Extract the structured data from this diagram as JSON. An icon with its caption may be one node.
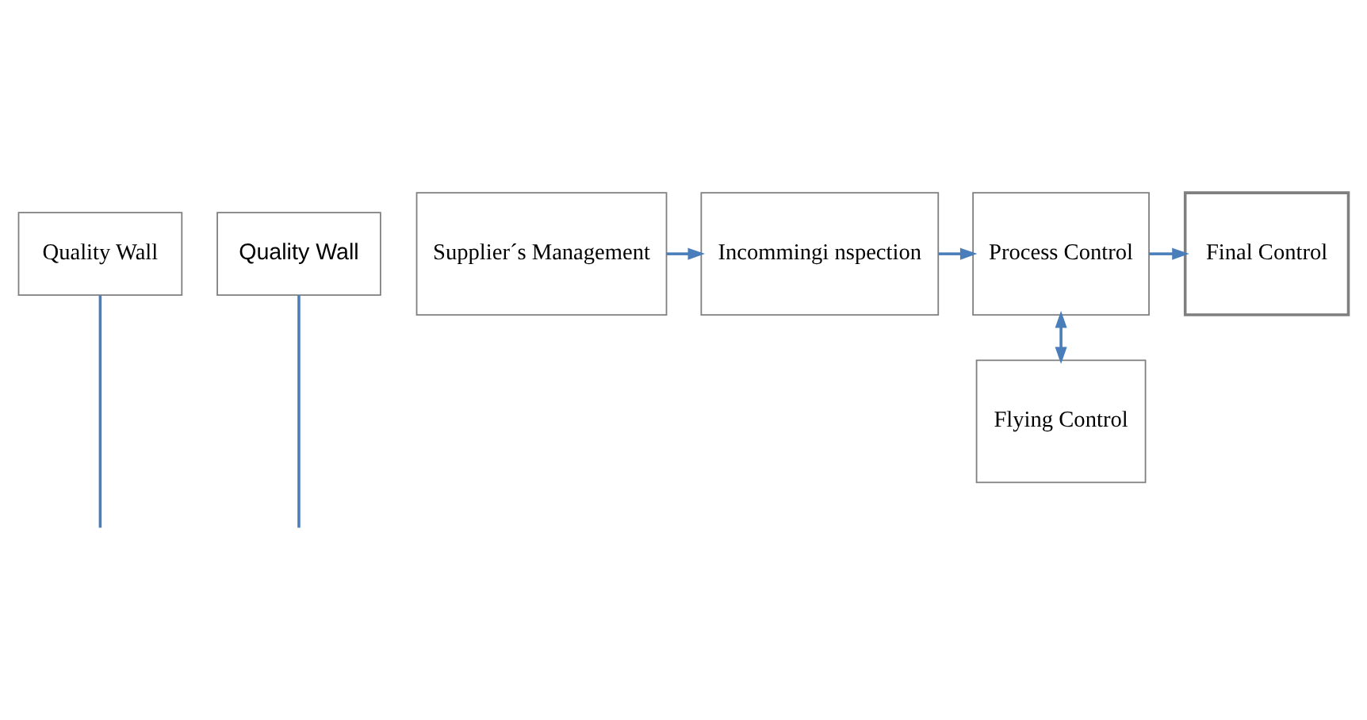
{
  "diagram": {
    "nodes": [
      {
        "text": [
          "Quality Wall"
        ]
      },
      {
        "text": [
          "Quality Wall"
        ]
      },
      {
        "text": [
          "Supplier´s Management"
        ]
      },
      {
        "text": [
          "Incommingi nspection"
        ]
      },
      {
        "text": [
          "Process Control"
        ]
      },
      {
        "text": [
          "Final Control"
        ]
      },
      {
        "text": [
          "Flying Control"
        ]
      }
    ],
    "edges": [
      {
        "from": 0,
        "to": null,
        "arrow": "none"
      },
      {
        "from": 1,
        "to": null,
        "arrow": "none"
      },
      {
        "from": 2,
        "to": 3,
        "arrow": "to"
      },
      {
        "from": 3,
        "to": 4,
        "arrow": "to"
      },
      {
        "from": 4,
        "to": 5,
        "arrow": "to"
      },
      {
        "from": 4,
        "to": 6,
        "arrow": "both"
      }
    ]
  }
}
